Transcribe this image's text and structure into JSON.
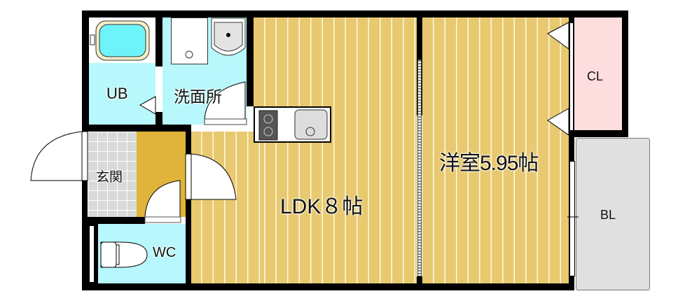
{
  "rooms": {
    "ub": "UB",
    "washroom": "洗面所",
    "entrance": "玄関",
    "wc": "WC",
    "ldk": "LDK８帖",
    "western_room": "洋室5.95帖",
    "closet": "CL",
    "balcony": "BL"
  },
  "colors": {
    "flooring": "#E8C96F",
    "wet_area": "#B8F8FC",
    "closet": "#FDDDDD",
    "balcony": "#E0E0E0",
    "entrance_step": "#E0B43A",
    "tile": "#D9D9D9"
  }
}
